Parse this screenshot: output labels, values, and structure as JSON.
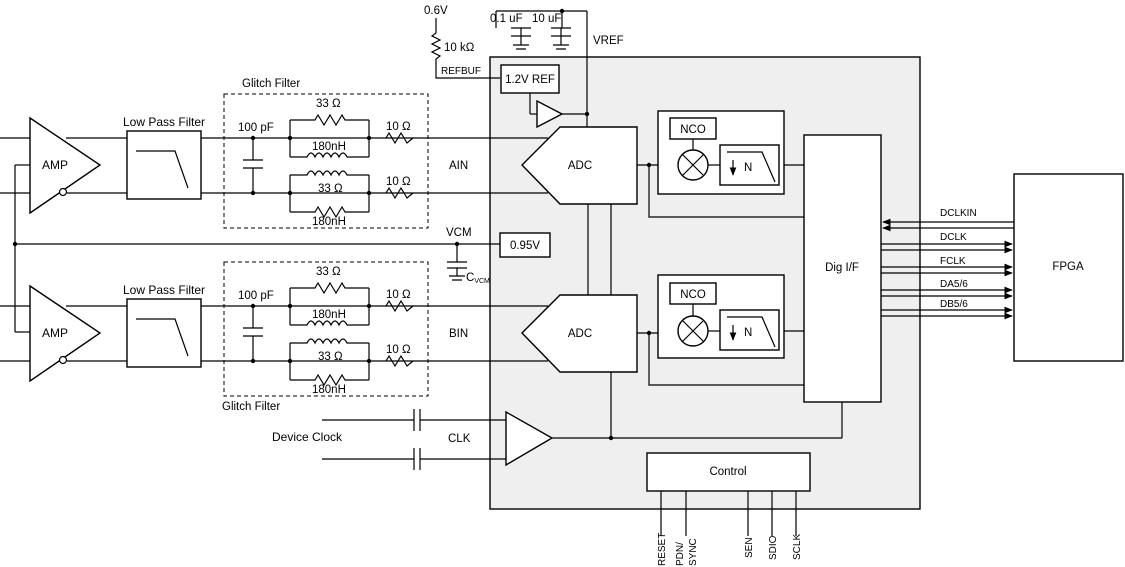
{
  "labels": {
    "v06": "0.6V",
    "cap01": "0.1 uF",
    "cap10": "10 uF",
    "vref": "VREF",
    "res10k": "10 kΩ",
    "refbuf": "REFBUF",
    "ref12": "1.2V REF",
    "glitch_top": "Glitch Filter",
    "glitch_bottom": "Glitch Filter",
    "lpf_top": "Low Pass Filter",
    "lpf_bottom": "Low Pass Filter",
    "amp_top": "AMP",
    "amp_bottom": "AMP",
    "cap100_top": "100 pF",
    "cap100_bottom": "100 pF",
    "r33_1": "33 Ω",
    "r33_2": "33 Ω",
    "r33_3": "33 Ω",
    "r33_4": "33 Ω",
    "l180_1": "180nH",
    "l180_2": "180nH",
    "l180_3": "180nH",
    "l180_4": "180nH",
    "r10_1": "10 Ω",
    "r10_2": "10 Ω",
    "r10_3": "10 Ω",
    "r10_4": "10 Ω",
    "ain": "AIN",
    "bin": "BIN",
    "vcm": "VCM",
    "v095": "0.95V",
    "cvcm_main": "C",
    "cvcm_sub": "VCM",
    "adc_top": "ADC",
    "adc_bottom": "ADC",
    "nco_top": "NCO",
    "nco_bottom": "NCO",
    "n_top": "N",
    "n_bottom": "N",
    "dig_if": "Dig I/F",
    "fpga": "FPGA",
    "dclkin": "DCLKIN",
    "dclk": "DCLK",
    "fclk": "FCLK",
    "da56": "DA5/6",
    "db56": "DB5/6",
    "device_clock": "Device Clock",
    "clk": "CLK",
    "control": "Control",
    "reset": "RESET",
    "pdn_sync_1": "PDN/",
    "pdn_sync_2": "SYNC",
    "sen": "SEN",
    "sdio": "SDIO",
    "sclk": "SCLK"
  }
}
